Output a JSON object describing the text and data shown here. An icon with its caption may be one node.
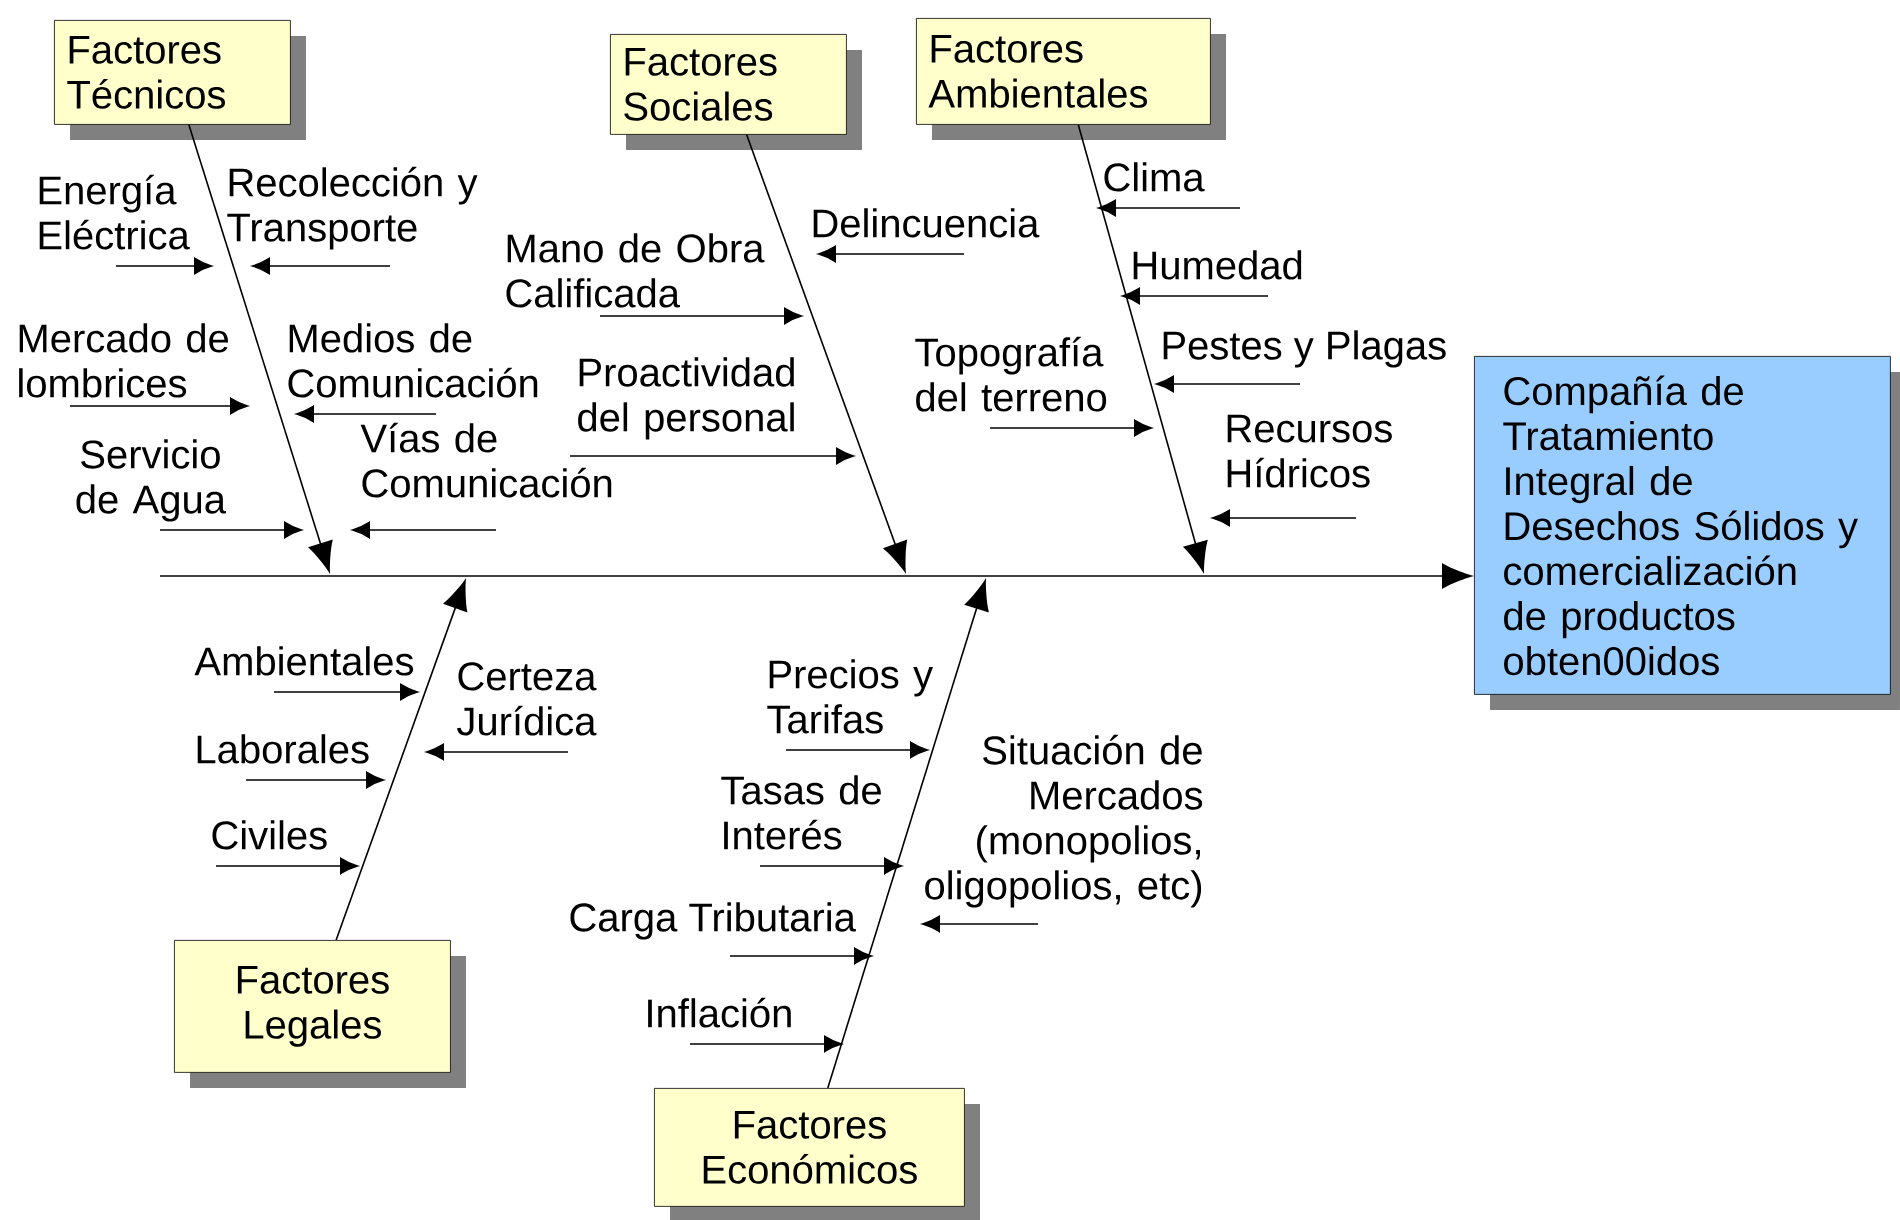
{
  "diagram": {
    "nodes": [
      {
        "text": [
          "Factores Técnicos"
        ]
      },
      {
        "text": [
          "Energía Eléctrica"
        ]
      },
      {
        "text": [
          "Recolección y Transporte"
        ]
      },
      {
        "text": [
          "Mercado de lombrices"
        ]
      },
      {
        "text": [
          "Medios de Comunicación"
        ]
      },
      {
        "text": [
          "Servicio de Agua"
        ]
      },
      {
        "text": [
          "Vías de Comunicación"
        ]
      },
      {
        "text": [
          "Factores Sociales"
        ]
      },
      {
        "text": [
          "Mano de Obra Calificada"
        ]
      },
      {
        "text": [
          "Delincuencia"
        ]
      },
      {
        "text": [
          "Proactividad del personal"
        ]
      },
      {
        "text": [
          "Factores Ambientales"
        ]
      },
      {
        "text": [
          "Clima"
        ]
      },
      {
        "text": [
          "Humedad"
        ]
      },
      {
        "text": [
          "Topografía del terreno"
        ]
      },
      {
        "text": [
          "Pestes y Plagas"
        ]
      },
      {
        "text": [
          "Recursos Hídricos"
        ]
      },
      {
        "text": [
          "Compañía de Tratamiento Integral de Desechos Sólidos y comercialización de productos obten00idos"
        ]
      },
      {
        "text": [
          "Factores Legales"
        ]
      },
      {
        "text": [
          "Ambientales"
        ]
      },
      {
        "text": [
          "Certeza Jurídica"
        ]
      },
      {
        "text": [
          "Laborales"
        ]
      },
      {
        "text": [
          "Civiles"
        ]
      },
      {
        "text": [
          "Factores Económicos"
        ]
      },
      {
        "text": [
          "Precios y Tarifas"
        ]
      },
      {
        "text": [
          "Tasas de Interés"
        ]
      },
      {
        "text": [
          "Situación de Mercados (monopolios, oligopolios, etc)"
        ]
      },
      {
        "text": [
          "Carga Tributaria"
        ]
      },
      {
        "text": [
          "Inflación"
        ]
      }
    ],
    "edges": [
      {
        "from": null,
        "to": 17,
        "arrow": "to"
      },
      {
        "from": 0,
        "to": null,
        "arrow": "to"
      },
      {
        "from": 1,
        "to": null,
        "arrow": "to"
      },
      {
        "from": 2,
        "to": null,
        "arrow": "to"
      },
      {
        "from": 3,
        "to": null,
        "arrow": "to"
      },
      {
        "from": 4,
        "to": null,
        "arrow": "to"
      },
      {
        "from": 5,
        "to": null,
        "arrow": "to"
      },
      {
        "from": 6,
        "to": null,
        "arrow": "to"
      },
      {
        "from": 7,
        "to": null,
        "arrow": "to"
      },
      {
        "from": 8,
        "to": null,
        "arrow": "to"
      },
      {
        "from": 9,
        "to": null,
        "arrow": "to"
      },
      {
        "from": 10,
        "to": null,
        "arrow": "to"
      },
      {
        "from": 11,
        "to": null,
        "arrow": "to"
      },
      {
        "from": 12,
        "to": null,
        "arrow": "to"
      },
      {
        "from": 13,
        "to": null,
        "arrow": "to"
      },
      {
        "from": 14,
        "to": null,
        "arrow": "to"
      },
      {
        "from": 15,
        "to": null,
        "arrow": "to"
      },
      {
        "from": 16,
        "to": null,
        "arrow": "to"
      },
      {
        "from": 18,
        "to": null,
        "arrow": "to"
      },
      {
        "from": 19,
        "to": null,
        "arrow": "to"
      },
      {
        "from": 20,
        "to": null,
        "arrow": "to"
      },
      {
        "from": 21,
        "to": null,
        "arrow": "to"
      },
      {
        "from": 22,
        "to": null,
        "arrow": "to"
      },
      {
        "from": 23,
        "to": null,
        "arrow": "to"
      },
      {
        "from": 24,
        "to": null,
        "arrow": "to"
      },
      {
        "from": 25,
        "to": null,
        "arrow": "to"
      },
      {
        "from": 26,
        "to": null,
        "arrow": "to"
      },
      {
        "from": 27,
        "to": null,
        "arrow": "to"
      },
      {
        "from": 28,
        "to": null,
        "arrow": "to"
      }
    ]
  }
}
